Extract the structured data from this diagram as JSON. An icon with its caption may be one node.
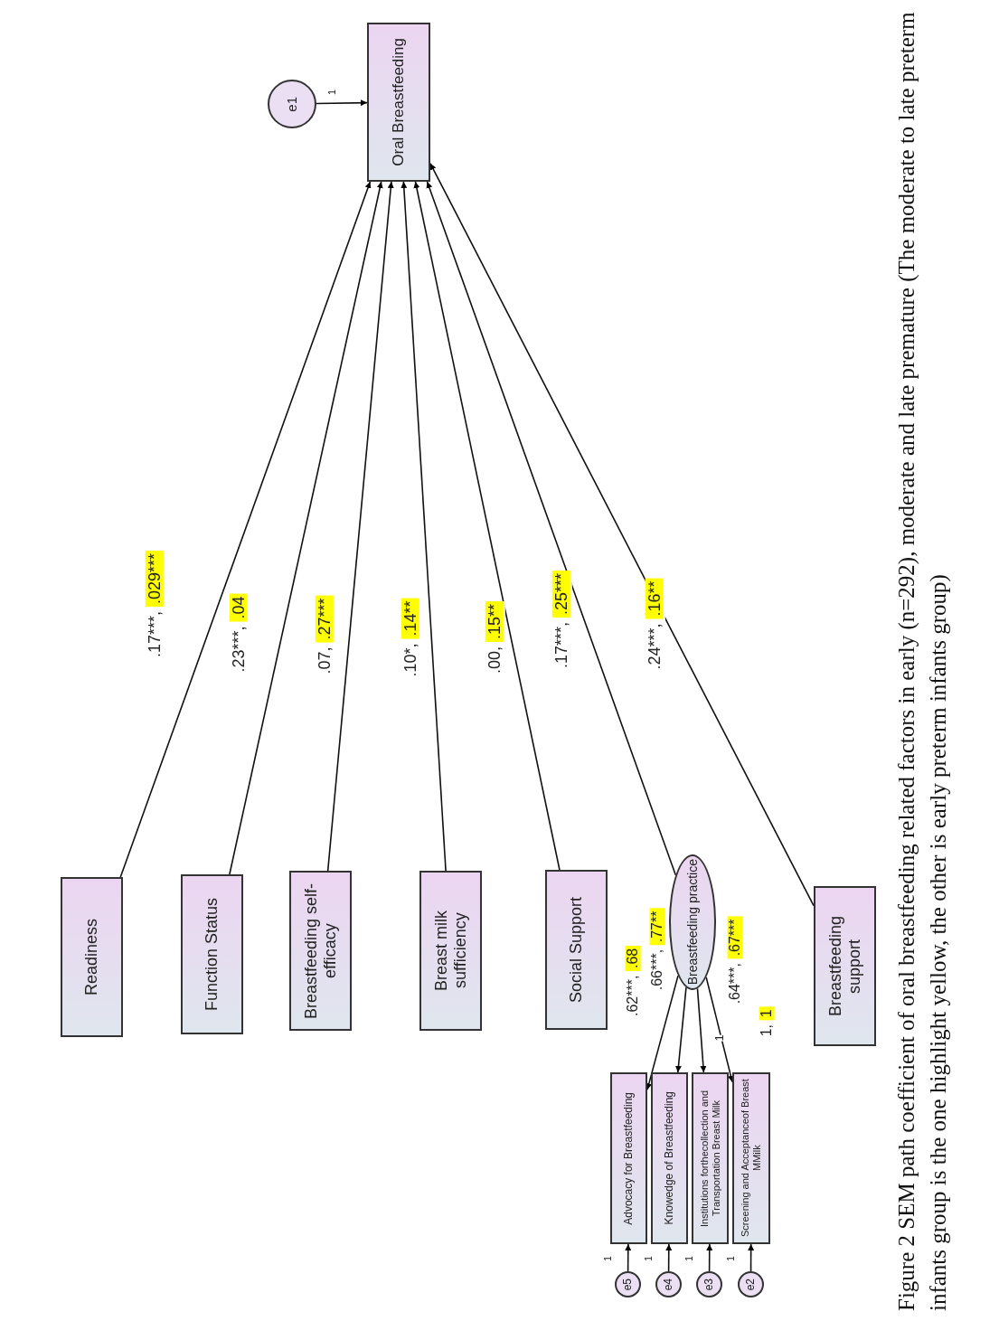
{
  "diagram": {
    "caption": "Figure 2 SEM path coefficient of oral breastfeeding related factors in early (n=292), moderate and late premature (The moderate to late preterm infants group is the one highlight yellow, the other is early preterm infants group)",
    "nodes": [
      {
        "text": [
          "e1"
        ]
      },
      {
        "text": [
          "Oral Breastfeeding"
        ]
      },
      {
        "text": [
          "Readiness"
        ]
      },
      {
        "text": [
          "Function Status"
        ]
      },
      {
        "text": [
          "Breastfeeding self-efficacy"
        ]
      },
      {
        "text": [
          "Breast milk sufficiency"
        ]
      },
      {
        "text": [
          "Social Support"
        ]
      },
      {
        "text": [
          "Breastfeeding practice"
        ]
      },
      {
        "text": [
          "Breastfeeding support"
        ]
      },
      {
        "text": [
          "Advocacy for Breastfeeding"
        ]
      },
      {
        "text": [
          "Knowedge of Breastfeeding"
        ]
      },
      {
        "text": [
          "Institutions forthecollection and Transportation Breast Milk"
        ]
      },
      {
        "text": [
          "Screening and Acceptanceof Breast MMilk"
        ]
      },
      {
        "text": [
          "e5"
        ]
      },
      {
        "text": [
          "e4"
        ]
      },
      {
        "text": [
          "e3"
        ]
      },
      {
        "text": [
          "e2"
        ]
      }
    ],
    "edges": [
      {
        "from": 0,
        "to": 1,
        "arrow": "to",
        "label": "1"
      },
      {
        "from": 2,
        "to": 1,
        "arrow": "to",
        "label": ".17***, .029***"
      },
      {
        "from": 3,
        "to": 1,
        "arrow": "to",
        "label": ".23***, .04"
      },
      {
        "from": 4,
        "to": 1,
        "arrow": "to",
        "label": ".07, .27***"
      },
      {
        "from": 5,
        "to": 1,
        "arrow": "to",
        "label": ".10*, .14**"
      },
      {
        "from": 6,
        "to": 1,
        "arrow": "to",
        "label": ".00, .15**"
      },
      {
        "from": 7,
        "to": 1,
        "arrow": "to",
        "label": ".17***, .25***"
      },
      {
        "from": 8,
        "to": 1,
        "arrow": "to",
        "label": ".24***, .16**"
      },
      {
        "from": 7,
        "to": 9,
        "arrow": "to",
        "label": ".62***, .68"
      },
      {
        "from": 7,
        "to": 10,
        "arrow": "to",
        "label": ".66***, .77**"
      },
      {
        "from": 7,
        "to": 11,
        "arrow": "to",
        "label": "1"
      },
      {
        "from": 7,
        "to": 12,
        "arrow": "to",
        "label": ".64***, .67***"
      },
      {
        "from": 13,
        "to": 9,
        "arrow": "to",
        "label": "1"
      },
      {
        "from": 14,
        "to": 10,
        "arrow": "to",
        "label": "1"
      },
      {
        "from": 15,
        "to": 11,
        "arrow": "to",
        "label": "1"
      },
      {
        "from": 16,
        "to": 12,
        "arrow": "to",
        "label": "1"
      }
    ],
    "labels": [
      "1, 1"
    ]
  }
}
